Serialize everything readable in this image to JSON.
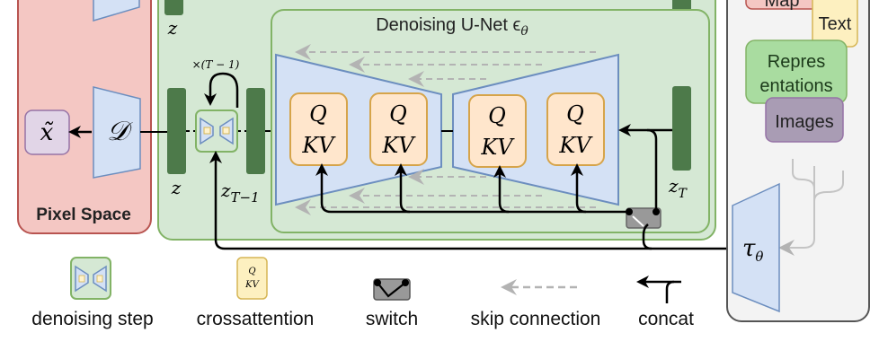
{
  "pixel_space": {
    "label": "Pixel Space",
    "output_symbol": "x̃",
    "decoder_symbol": "𝒟"
  },
  "latent_space": {
    "top_latent_label": "z",
    "latent_z_label": "z",
    "latent_zt1_label_main": "z",
    "latent_zt1_label_sub": "T−1",
    "loop_label": "×(T − 1)",
    "zT_top_main": "z",
    "zT_top_sub": "T",
    "zT_main": "z",
    "zT_sub": "T"
  },
  "unet": {
    "title": "Denoising U-Net ϵ",
    "title_sub": "θ",
    "qkv_blocks": [
      {
        "q": "Q",
        "kv": "KV"
      },
      {
        "q": "Q",
        "kv": "KV"
      },
      {
        "q": "Q",
        "kv": "KV"
      },
      {
        "q": "Q",
        "kv": "KV"
      }
    ]
  },
  "conditioning": {
    "items": [
      {
        "label": "Map",
        "color": "#f4c7c3"
      },
      {
        "label": "Text",
        "color": "#fdf0c0"
      },
      {
        "label": "Repres",
        "label2": "entations",
        "color": "#a9dca0"
      },
      {
        "label": "Images",
        "color": "#a99cb4"
      }
    ],
    "encoder_symbol": "τ",
    "encoder_sub": "θ"
  },
  "legend": {
    "items": [
      {
        "label": "denoising step",
        "icon": "denoising-step-icon"
      },
      {
        "label": "crossattention",
        "icon": "crossattention-icon",
        "q": "Q",
        "kv": "KV"
      },
      {
        "label": "switch",
        "icon": "switch-icon"
      },
      {
        "label": "skip connection",
        "icon": "skip-connection-icon"
      },
      {
        "label": "concat",
        "icon": "concat-icon"
      }
    ]
  },
  "colors": {
    "pixel_bg": "#f4c7c3",
    "pixel_border": "#b85450",
    "latent_bg": "#d5e8d4",
    "latent_border": "#82b366",
    "trapezoid_fill": "#d4e1f5",
    "trapezoid_stroke": "#6c8ebf",
    "qkv_fill": "#ffe6cc",
    "qkv_stroke": "#d6a44a",
    "latent_bar": "#4d7a4a",
    "cond_bg": "#f3f3f3",
    "cond_border": "#555555",
    "output_fill": "#e1d5e7",
    "output_stroke": "#9673a6"
  }
}
